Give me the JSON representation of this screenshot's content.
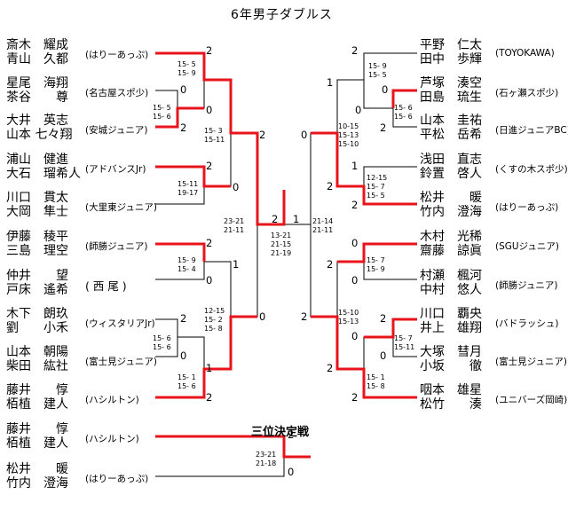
{
  "title": "6年男子ダブルス",
  "left_entries": [
    {
      "p1": "斎木　耀成",
      "p2": "青山　久都",
      "club": "(はりーあっぷ)"
    },
    {
      "p1": "星尾　海翔",
      "p2": "茶谷　　尊",
      "club": "(名古屋スポ少)"
    },
    {
      "p1": "大井　英志",
      "p2": "山本 七々翔",
      "club": "(安城ジュニア)"
    },
    {
      "p1": "浦山　健進",
      "p2": "大石　瑠希人",
      "club": "(アドバンスJr)"
    },
    {
      "p1": "川口　貫太",
      "p2": "大岡　隼士",
      "club": "(大里東ジュニア)"
    },
    {
      "p1": "伊藤　稜平",
      "p2": "三島　理空",
      "club": "(師勝ジュニア)"
    },
    {
      "p1": "仲井　　望",
      "p2": "戸床　遙希",
      "club": "( 西 尾 )"
    },
    {
      "p1": "木下　朗玖",
      "p2": "劉　　小禾",
      "club": "(ウィスタリアJr)"
    },
    {
      "p1": "山本　朝陽",
      "p2": "柴田　紘社",
      "club": "(富士見ジュニア)"
    },
    {
      "p1": "藤井　　惇",
      "p2": "栢植　建人",
      "club": "(ハシルトン)"
    }
  ],
  "right_entries": [
    {
      "p1": "平野　仁太",
      "p2": "田中　歩輝",
      "club": "(TOYOKAWA)"
    },
    {
      "p1": "芦塚　湊空",
      "p2": "田島　琉生",
      "club": "(石ヶ瀬スポ少)"
    },
    {
      "p1": "山本　圭祐",
      "p2": "平松　岳希",
      "club": "(日進ジュニアBC)"
    },
    {
      "p1": "浅田　直志",
      "p2": "鈴置　啓人",
      "club": "(くすの木スポ少)"
    },
    {
      "p1": "松井　　暖",
      "p2": "竹内　澄海",
      "club": "(はりーあっぷ)"
    },
    {
      "p1": "木村　光稀",
      "p2": "齋藤　諒眞",
      "club": "(SGUジュニア)"
    },
    {
      "p1": "村瀬　楓河",
      "p2": "中村　悠人",
      "club": "(師勝ジュニア)"
    },
    {
      "p1": "川口　覇央",
      "p2": "井上　雄翔",
      "club": "(バドラッシュ)"
    },
    {
      "p1": "大塚　彗月",
      "p2": "小坂　　徹",
      "club": "(富士見ジュニア)"
    },
    {
      "p1": "咽本　雄星",
      "p2": "松竹　　湊",
      "club": "(ユニバーズ岡崎)"
    }
  ],
  "left_scores": {
    "a": [
      "2",
      "15- 5",
      "15- 9",
      "0"
    ],
    "b": [
      "15- 5",
      "15- 6",
      "0",
      "2"
    ],
    "c": [
      "15- 3",
      "15-11",
      "2"
    ],
    "d": [
      "2",
      "15-11",
      "19-17",
      "0"
    ],
    "e": [
      "23-21",
      "21-11",
      "2"
    ],
    "f": [
      "2",
      "15- 9",
      "15- 4",
      "1",
      "0"
    ],
    "g": [
      "12-15",
      "15- 2",
      "15- 8",
      "0"
    ],
    "h": [
      "2",
      "15- 6",
      "15- 6",
      "0",
      "1"
    ],
    "i": [
      "15- 1",
      "15- 6",
      "2"
    ]
  },
  "right_scores": {
    "a": [
      "2",
      "15- 9",
      "15- 5",
      "1"
    ],
    "b": [
      "0",
      "0",
      "15- 6",
      "15- 6",
      "2"
    ],
    "c": [
      "10-15",
      "15-13",
      "15-10",
      "0"
    ],
    "d": [
      "1",
      "12-15",
      "15- 7",
      "15- 5",
      "2",
      "2"
    ],
    "e": [
      "1",
      "21-14",
      "21-11"
    ],
    "f": [
      "0",
      "2",
      "15- 7",
      "15- 9",
      "0"
    ],
    "g": [
      "15-10",
      "15-13",
      "2"
    ],
    "h": [
      "2",
      "0",
      "15- 7",
      "15-11",
      "0"
    ],
    "i": [
      "2",
      "15- 1",
      "15- 8",
      "2"
    ]
  },
  "final_scores": [
    "13-21",
    "21-15",
    "21-19"
  ],
  "third_place": {
    "title": "三位決定戦",
    "entries": [
      {
        "p1": "藤井　　惇",
        "p2": "栢植　建人",
        "club": "(ハシルトン)"
      },
      {
        "p1": "松井　　暖",
        "p2": "竹内　澄海",
        "club": "(はりーあっぷ)"
      }
    ],
    "score_top": "2",
    "sets": [
      "23-21",
      "21-18"
    ],
    "score_bottom": "0"
  },
  "colors": {
    "winner_line": "#e8141b",
    "line": "#000000"
  }
}
